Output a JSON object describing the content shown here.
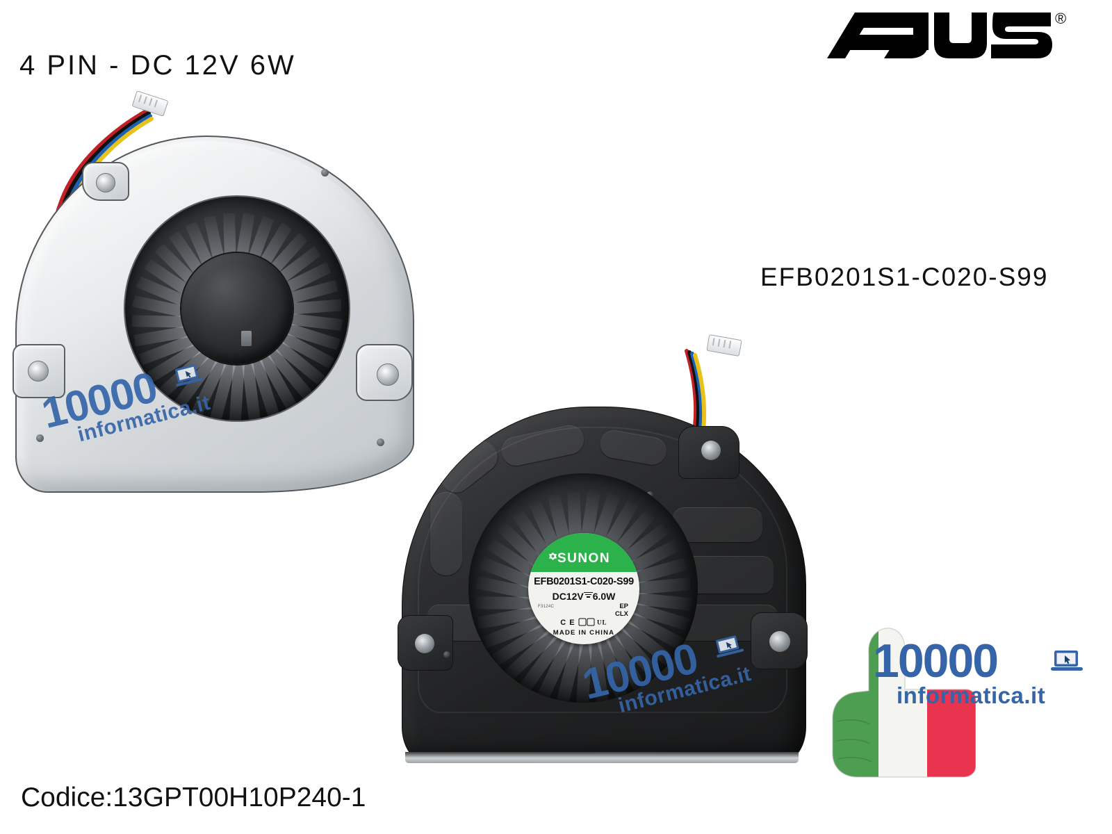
{
  "header": {
    "spec_text": "4 PIN - DC 12V 6W",
    "brand_logo": "asus-logo",
    "brand_name": "ASUS",
    "registered_mark": "®"
  },
  "part_number_label": "EFB0201S1-C020-S99",
  "footer": {
    "code_label": "Codice:13GPT00H10P240-1"
  },
  "fan_label": {
    "brand": "SUNON",
    "model": "EFB0201S1-C020-S99",
    "voltage": "DC12V",
    "power": "6.0W",
    "class_line1": "EP",
    "class_line2": "CLX",
    "lot_code": "F3124C",
    "certifications": "C E",
    "origin": "MADE IN CHINA"
  },
  "watermark": {
    "number": "10000",
    "domain": "informatica.it",
    "icon": "laptop-icon"
  },
  "brand_block": {
    "number": "10000",
    "domain": "informatica.it",
    "graphic": "italian-flag-thumbs-up"
  },
  "colors": {
    "watermark_blue": "#3565a8",
    "sunon_green": "#2bb24a",
    "flag_green": "#4e9e52",
    "flag_red": "#e8344f",
    "text_black": "#111111"
  },
  "products": [
    {
      "name": "cooling-fan-top-view",
      "finish": "silver",
      "connector": "4-pin",
      "wire_colors": [
        "red",
        "black",
        "blue",
        "yellow"
      ]
    },
    {
      "name": "cooling-fan-bottom-view",
      "finish": "black",
      "connector": "4-pin",
      "wire_colors": [
        "red",
        "black",
        "blue",
        "yellow"
      ]
    }
  ]
}
